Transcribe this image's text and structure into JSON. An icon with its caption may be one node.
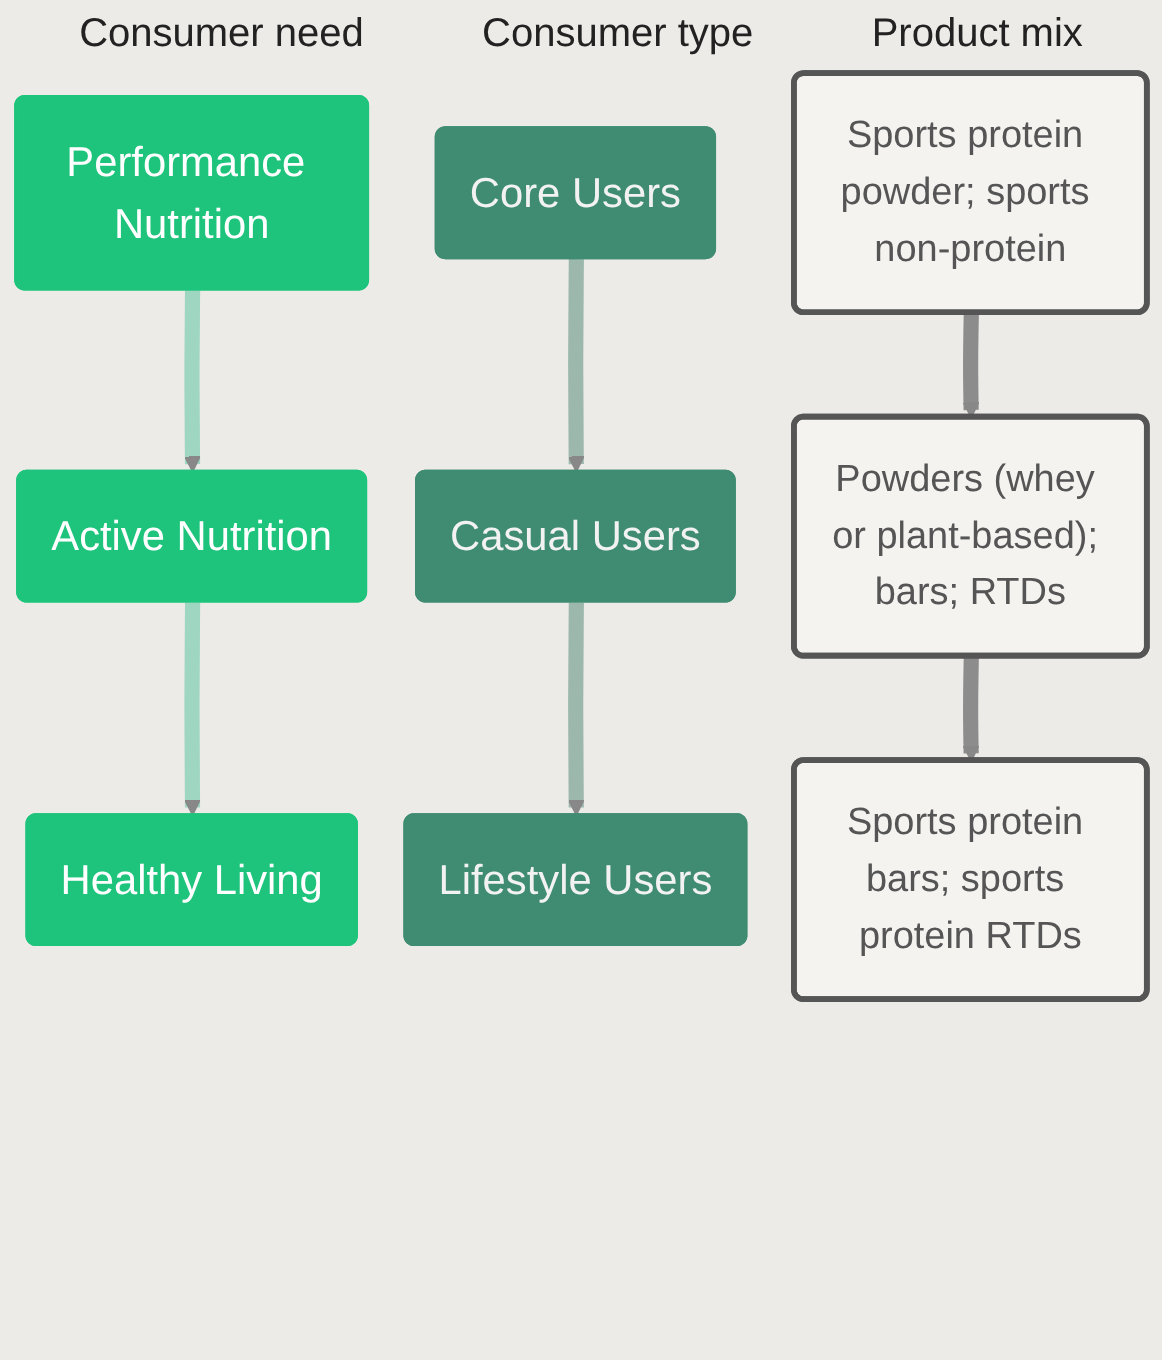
{
  "diagram": {
    "nodes": [
      {
        "text": [
          "Performance Nutrition"
        ]
      },
      {
        "text": [
          "Core Users"
        ]
      },
      {
        "text": [
          "Sports protein powder; sports non-protein"
        ]
      },
      {
        "text": [
          "Active Nutrition"
        ]
      },
      {
        "text": [
          "Casual Users"
        ]
      },
      {
        "text": [
          "Powders (whey or plant-based); bars; RTDs"
        ]
      },
      {
        "text": [
          "Healthy Living"
        ]
      },
      {
        "text": [
          "Lifestyle Users"
        ]
      },
      {
        "text": [
          "Sports protein bars; sports protein RTDs"
        ]
      }
    ],
    "edges": [
      {
        "from": 0,
        "to": 3,
        "arrow": "to",
        "color": "#9fd6c2"
      },
      {
        "from": 3,
        "to": 6,
        "arrow": "to",
        "color": "#9fd6c2"
      },
      {
        "from": 1,
        "to": 4,
        "arrow": "to",
        "color": "#9cb8ad"
      },
      {
        "from": 4,
        "to": 7,
        "arrow": "to",
        "color": "#9cb8ad"
      },
      {
        "from": 2,
        "to": 5,
        "arrow": "to",
        "color": "#8c8c8c"
      },
      {
        "from": 5,
        "to": 8,
        "arrow": "to",
        "color": "#8c8c8c"
      }
    ],
    "labels": [
      "Consumer need",
      "Consumer type",
      "Product mix"
    ]
  }
}
